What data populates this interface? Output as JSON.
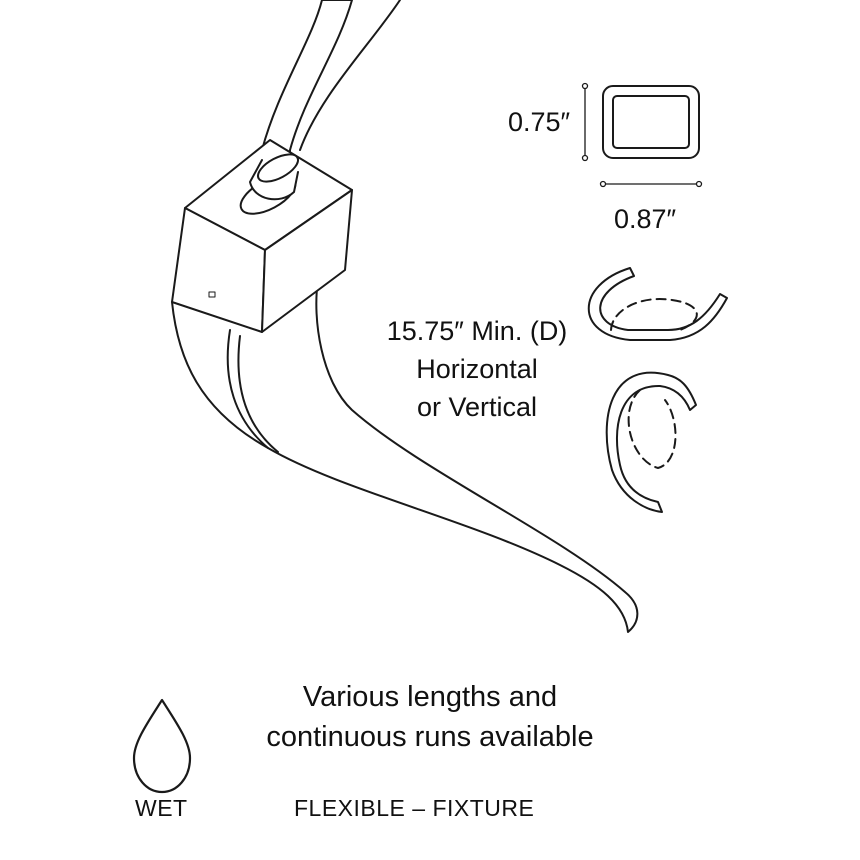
{
  "profile": {
    "height_label": "0.75″",
    "width_label": "0.87″"
  },
  "bending": {
    "line1": "15.75″ Min. (D)",
    "line2": "Horizontal",
    "line3": "or Vertical"
  },
  "availability": {
    "line1": "Various lengths and",
    "line2": "continuous runs available"
  },
  "rating": {
    "icon": "water-drop-icon",
    "label": "WET"
  },
  "product_type": "FLEXIBLE – FIXTURE",
  "colors": {
    "stroke": "#1a1a1a",
    "fill": "#ffffff",
    "text": "#111111"
  }
}
